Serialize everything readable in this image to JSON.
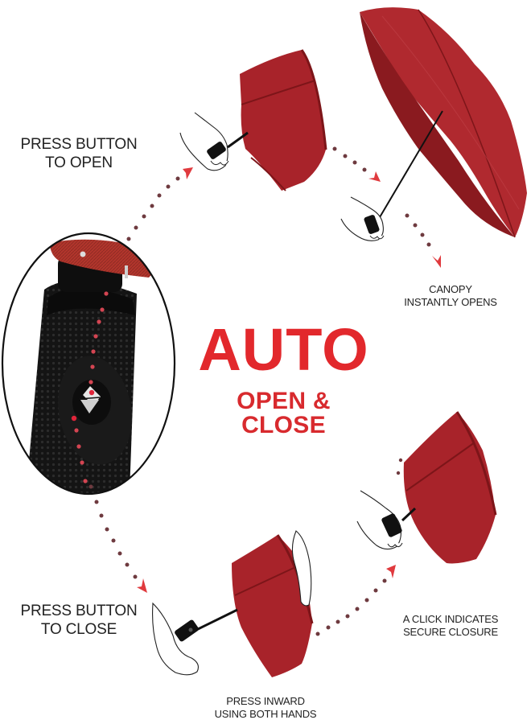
{
  "headline": {
    "main": "AUTO",
    "sub": "OPEN & CLOSE"
  },
  "steps": {
    "press_open": {
      "line1": "PRESS BUTTON",
      "line2": "TO OPEN"
    },
    "canopy_opens": {
      "line1": "CANOPY",
      "line2": "INSTANTLY OPENS"
    },
    "press_close": {
      "line1": "PRESS BUTTON",
      "line2": "TO CLOSE"
    },
    "press_inward": {
      "line1": "PRESS INWARD",
      "line2": "USING BOTH HANDS"
    },
    "click_closure": {
      "line1": "A CLICK INDICATES",
      "line2": "SECURE CLOSURE"
    }
  },
  "colors": {
    "accent_red": "#e2282c",
    "canopy_red": "#a8232a",
    "canopy_dark": "#7d1519",
    "handle_black": "#151515",
    "dot": "#6e3a3f",
    "arrowhead": "#e03a3e",
    "text": "#222222"
  },
  "icons": {
    "inset": "handle-closeup-icon",
    "arrows": "dotted-arrow-icon",
    "umbrellas": "umbrella-icon",
    "hands": "hand-icon"
  }
}
